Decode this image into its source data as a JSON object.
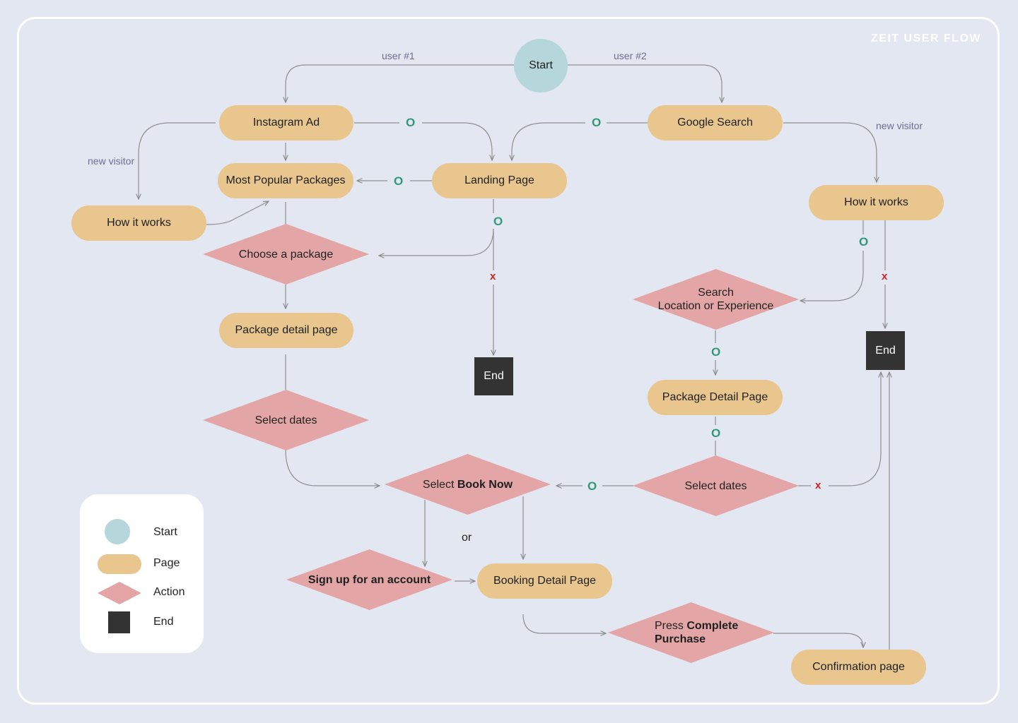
{
  "brand": "ZEIT USER FLOW",
  "labels": {
    "user1": "user #1",
    "user2": "user #2",
    "new_visitor_left": "new visitor",
    "new_visitor_right": "new visitor",
    "or": "or",
    "yes": "O",
    "no": "x"
  },
  "nodes": {
    "start": "Start",
    "instagram_ad": "Instagram Ad",
    "google_search": "Google Search",
    "most_popular_packages": "Most Popular Packages",
    "landing_page": "Landing Page",
    "how_it_works_left": "How it works",
    "how_it_works_right": "How it works",
    "choose_package": "Choose a package",
    "search_line1": "Search",
    "search_line2": "Location or Experience",
    "package_detail_page": "Package detail page",
    "package_detail_page_right": "Package Detail Page",
    "end_middle": "End",
    "end_right": "End",
    "select_dates_left": "Select dates",
    "select_dates_right": "Select dates",
    "select_book_now_pre": "Select ",
    "select_book_now_bold": "Book Now",
    "sign_up": "Sign up for an account",
    "booking_detail_page": "Booking Detail Page",
    "press_pre": "Press ",
    "press_bold1": "Complete",
    "press_bold2": "Purchase",
    "confirmation_page": "Confirmation page"
  },
  "legend": {
    "start": "Start",
    "page": "Page",
    "action": "Action",
    "end": "End"
  },
  "colors": {
    "start": "#b5d6db",
    "page": "#e8c68e",
    "action": "#e3a5a5",
    "end": "#333333",
    "yes": "#2f9a74",
    "no": "#cc2222"
  }
}
